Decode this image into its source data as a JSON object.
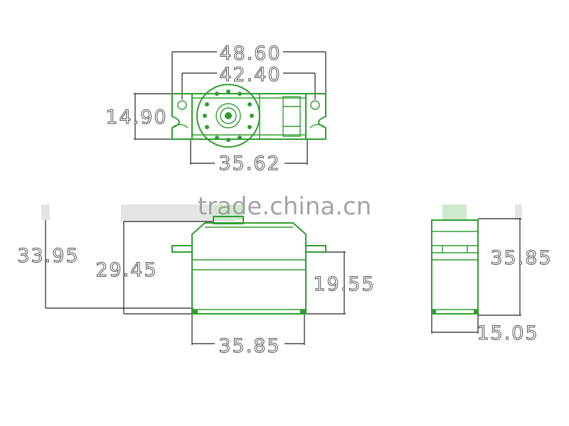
{
  "colors": {
    "outline": "#2f9e2f",
    "dimension": "#222222"
  },
  "watermark": "trade.china.cn",
  "views": {
    "top": {
      "overall_width": "48.60",
      "mount_hole_span": "42.40",
      "mount_height": "14.90",
      "body_width": "35.62"
    },
    "front": {
      "overall_height": "33.95",
      "height_to_flange_top": "29.45",
      "flange_to_base": "19.55",
      "body_length": "35.85"
    },
    "side": {
      "height": "35.85",
      "width": "15.05"
    }
  }
}
